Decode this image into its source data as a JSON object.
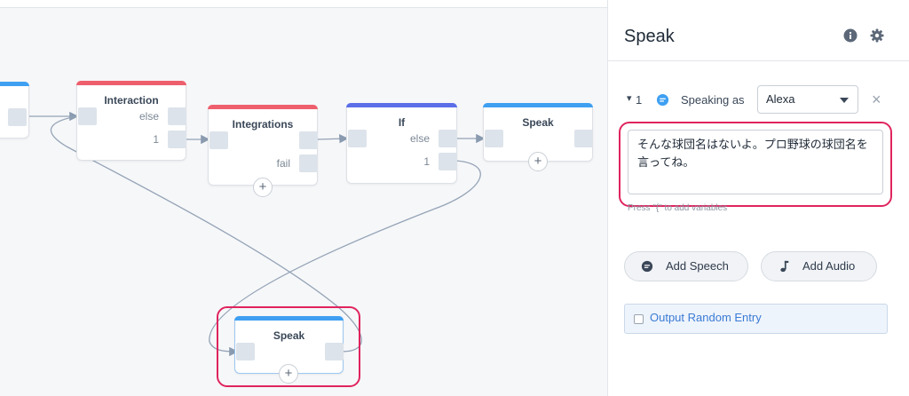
{
  "canvas": {
    "nodes": {
      "interaction": {
        "title": "Interaction",
        "ports": [
          "else",
          "1"
        ]
      },
      "integrations": {
        "title": "Integrations",
        "ports": [
          "fail"
        ]
      },
      "if_block": {
        "title": "If",
        "ports": [
          "else",
          "1"
        ]
      },
      "speak_top": {
        "title": "Speak"
      },
      "speak_bottom": {
        "title": "Speak"
      }
    },
    "add_symbol": "+",
    "colors": {
      "interaction": "#ee5f6d",
      "integrations": "#ee5f6d",
      "if": "#5b6ee8",
      "speak": "#3fa0f2",
      "highlight": "#e0245e"
    }
  },
  "panel": {
    "title": "Speak",
    "info_icon": "info-icon",
    "settings_icon": "gear-icon",
    "entry": {
      "collapse_symbol": "▾",
      "index": "1",
      "speaking_as_label": "Speaking as",
      "voice_selected": "Alexa",
      "remove_symbol": "×",
      "speech_text": "そんな球団名はないよ。プロ野球の球団名を言ってね。",
      "hint": "Press \"{\" to add variables"
    },
    "buttons": {
      "add_speech": "Add Speech",
      "add_audio": "Add Audio"
    },
    "random_entry_label": "Output Random Entry"
  }
}
